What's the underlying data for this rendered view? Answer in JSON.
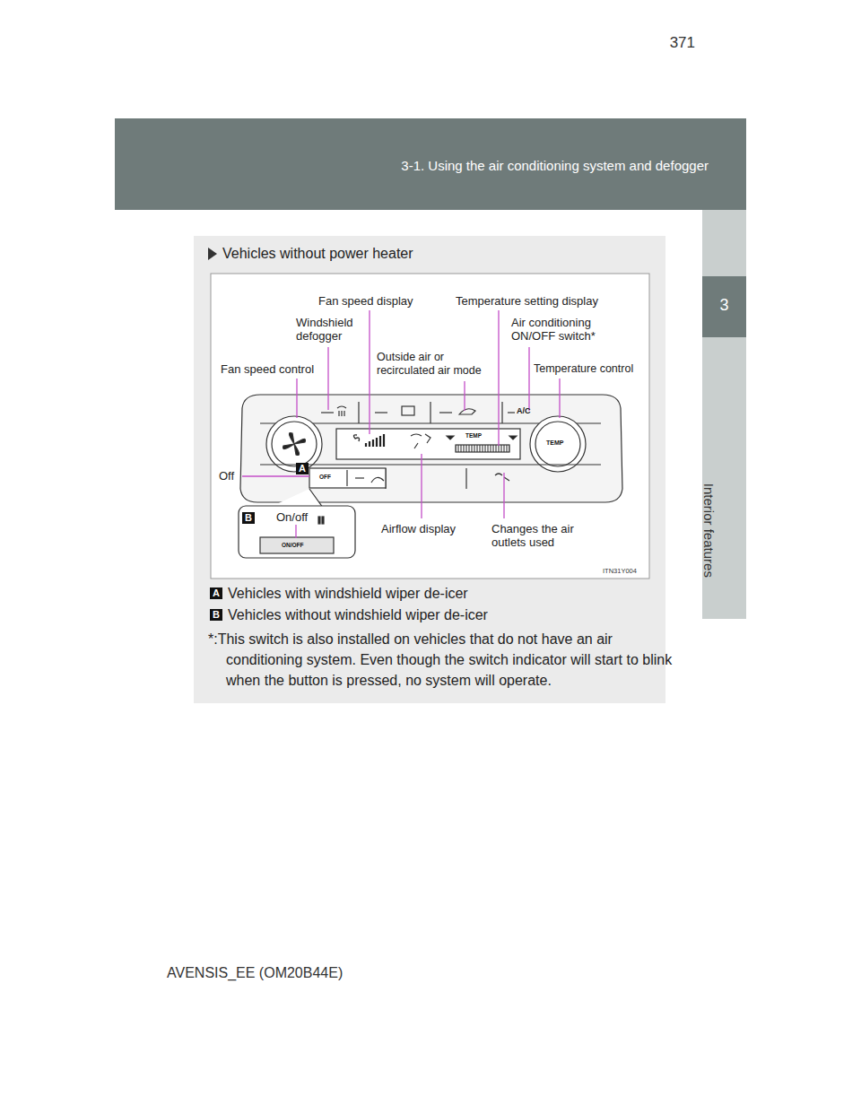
{
  "diagram": {
    "labels": [
      "3-1. Using the air conditioning system and defogger",
      "3",
      "Interior features",
      "371",
      "Vehicles without power heater",
      "Fan speed display",
      "Temperature setting display",
      "Windshield defogger",
      "Air conditioning ON/OFF switch*",
      "Outside air or recirculated air mode",
      "Fan speed control",
      "Temperature control",
      "Off",
      "On/off",
      "Airflow display",
      "Changes the air outlets used",
      "ITN31Y004",
      "A",
      "B",
      "A",
      "Vehicles with windshield wiper de-icer",
      "B",
      "Vehicles without windshield wiper de-icer",
      "*:This switch is also installed on vehicles that do not have an air conditioning system. Even though the switch indicator will start to blink when the button is pressed, no system will operate.",
      "AVENSIS_EE (OM20B44E)",
      "A/C",
      "TEMP",
      "TEMP",
      "OFF",
      "ON/OFF"
    ]
  }
}
